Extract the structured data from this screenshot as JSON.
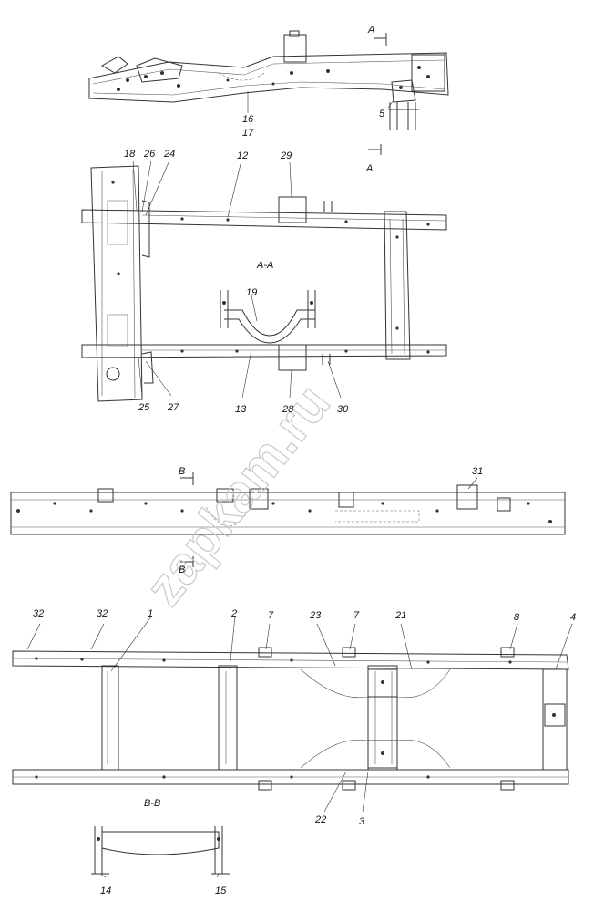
{
  "watermark": "zapkam.ru",
  "sections": {
    "a_top": "A",
    "a_bottom": "A",
    "aa": "A-A",
    "b_top": "B",
    "b_bottom": "B",
    "bb": "B-B"
  },
  "labels": {
    "l1": "1",
    "l2": "2",
    "l3": "3",
    "l4": "4",
    "l5": "5",
    "l7a": "7",
    "l7b": "7",
    "l8": "8",
    "l12": "12",
    "l13": "13",
    "l14": "14",
    "l15": "15",
    "l16": "16",
    "l17": "17",
    "l18": "18",
    "l19": "19",
    "l21": "21",
    "l22": "22",
    "l23": "23",
    "l24": "24",
    "l25": "25",
    "l26": "26",
    "l27": "27",
    "l28": "28",
    "l29": "29",
    "l30": "30",
    "l31": "31",
    "l32a": "32",
    "l32b": "32"
  }
}
